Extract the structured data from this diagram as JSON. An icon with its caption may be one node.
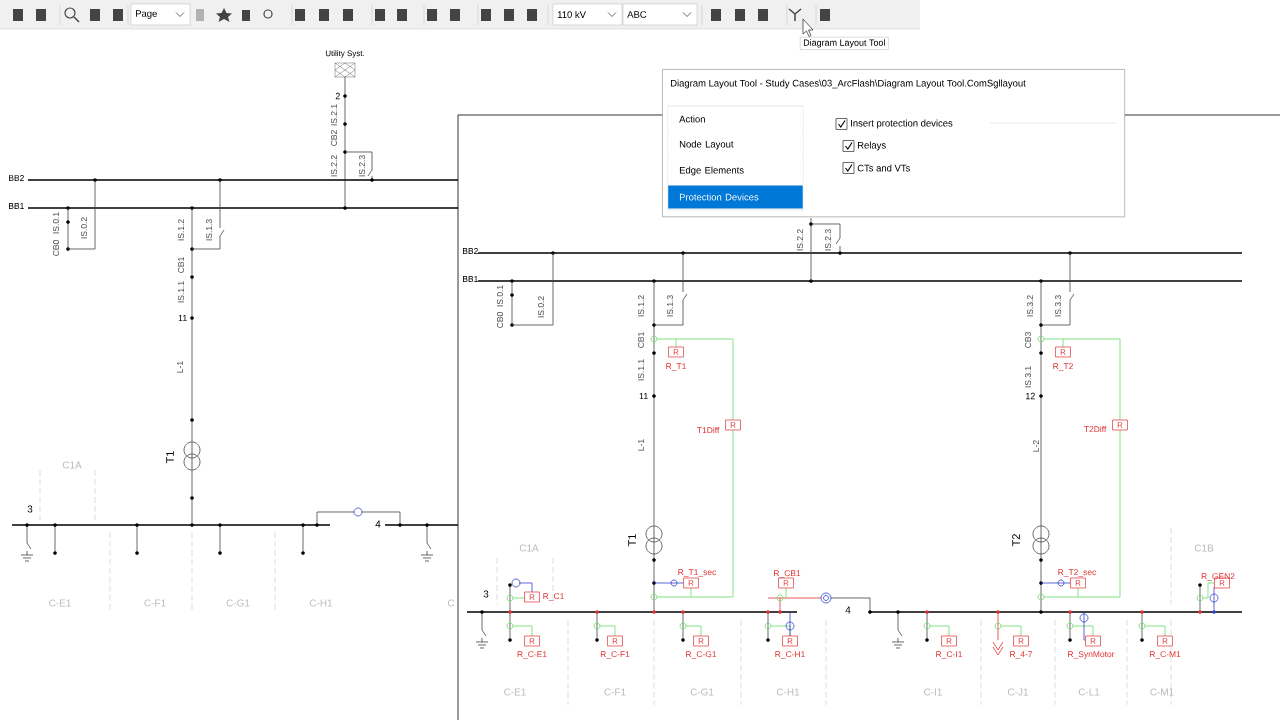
{
  "diagram": {
    "nodes": [
      {
        "text": [
          "Diagram Layout Tool - Study Cases\\03_ArcFlash\\Diagram Layout Tool.ComSgllayout"
        ]
      },
      {
        "text": [
          "Action"
        ],
        "in": 0
      },
      {
        "text": [
          "Node Layout"
        ],
        "in": 0
      },
      {
        "text": [
          "Edge Elements"
        ],
        "in": 0
      },
      {
        "text": [
          "Protection Devices"
        ],
        "in": 0
      },
      {
        "text": [
          "Insert protection devices"
        ],
        "in": 0
      },
      {
        "text": [
          "Relays"
        ],
        "in": 0
      },
      {
        "text": [
          "CTs and VTs"
        ],
        "in": 0
      },
      {
        "text": [
          "Diagram Layout Tool"
        ]
      },
      {
        "text": [
          "R"
        ],
        "beside": [
          "R_T1"
        ]
      },
      {
        "text": [
          "R"
        ],
        "beside": [
          "T1Diff"
        ]
      },
      {
        "text": [
          "R"
        ],
        "beside": [
          "R_T2"
        ]
      },
      {
        "text": [
          "R"
        ],
        "beside": [
          "T2Diff"
        ]
      },
      {
        "text": [
          "R"
        ],
        "beside": [
          "R_T1_sec"
        ]
      },
      {
        "text": [
          "R"
        ],
        "beside": [
          "R_CB1"
        ]
      },
      {
        "text": [
          "R"
        ],
        "beside": [
          "R_T2_sec"
        ]
      },
      {
        "text": [
          "R"
        ],
        "beside": [
          "R_GEN2"
        ]
      },
      {
        "text": [
          "R"
        ],
        "beside": [
          "R_C1"
        ]
      },
      {
        "text": [
          "R"
        ],
        "beside": [
          "R_C-E1"
        ]
      },
      {
        "text": [
          "R"
        ],
        "beside": [
          "R_C-F1"
        ]
      },
      {
        "text": [
          "R"
        ],
        "beside": [
          "R_C-G1"
        ]
      },
      {
        "text": [
          "R"
        ],
        "beside": [
          "R_C-H1"
        ]
      },
      {
        "text": [
          "R"
        ],
        "beside": [
          "R_C-I1"
        ]
      },
      {
        "text": [
          "R"
        ],
        "beside": [
          "R_4-7"
        ]
      },
      {
        "text": [
          "R"
        ],
        "beside": [
          "R_SynMotor"
        ]
      },
      {
        "text": [
          "R"
        ],
        "beside": [
          "R_C-M1"
        ]
      }
    ],
    "labels": [
      "Page",
      "110 kV",
      "ABC",
      "Utility Syst.",
      "2",
      "IS.2.1",
      "CB2",
      "IS.2.2",
      "IS.2.3",
      "BB2",
      "BB1",
      "IS.0.1",
      "CB0",
      "IS.0.2",
      "IS.1.2",
      "IS.1.3",
      "CB1",
      "IS.1.1",
      "11",
      "L-1",
      "T1",
      "C1A",
      "3",
      "4",
      "C-E1",
      "C-F1",
      "C-G1",
      "C-H1",
      "C",
      "IS.2.2",
      "IS.2.3",
      "BB2",
      "BB1",
      "IS.0.1",
      "CB0",
      "IS.0.2",
      "IS.1.2",
      "IS.1.3",
      "IS.3.2",
      "IS.3.3",
      "CB1",
      "CB3",
      "IS.1.1",
      "IS.3.1",
      "11",
      "12",
      "L-1",
      "L-2",
      "T1",
      "T2",
      "C1A",
      "C1B",
      "3",
      "4",
      "C-E1",
      "C-F1",
      "C-G1",
      "C-H1",
      "C-I1",
      "C-J1",
      "C-L1",
      "C-M1"
    ]
  }
}
